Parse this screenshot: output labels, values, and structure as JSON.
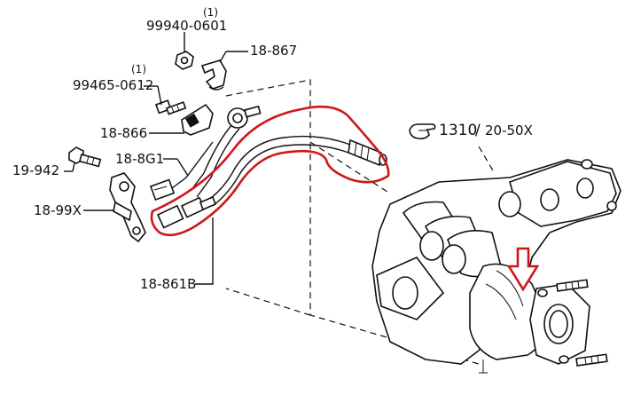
{
  "callouts": {
    "c1_qty": "(1)",
    "c1_code": "99940-0601",
    "c2_code": "18-867",
    "c3_qty": "(1)",
    "c3_code": "99465-0612",
    "c4_code": "18-866",
    "c5_code": "18-8G1",
    "c6_code": "19-942",
    "c7_code": "18-99X",
    "c8_code": "18-861B",
    "ref_num": "1310",
    "ref_sep": "/",
    "ref_sub": "20-50X"
  },
  "colors": {
    "highlight": "#d0161b",
    "line": "#111111"
  },
  "icons": [
    "pointing-hand-icon",
    "down-arrow-icon"
  ]
}
